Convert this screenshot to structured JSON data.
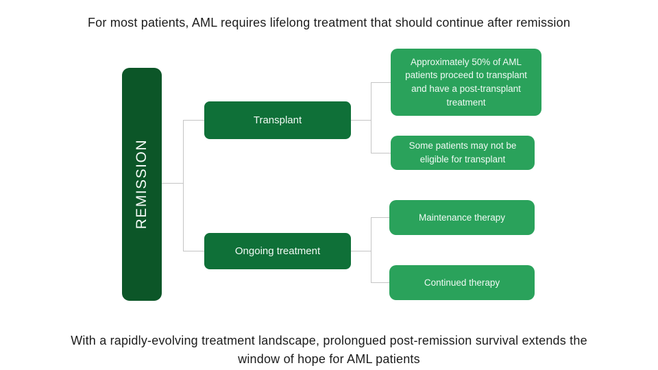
{
  "title": "For most patients, AML requires lifelong treatment that should continue after remission",
  "footer": {
    "line1": "With a rapidly-evolving treatment landscape, prolongued post-remission survival extends the",
    "line2": "window of hope for AML patients"
  },
  "colors": {
    "root_green": "#0c5628",
    "branch_green": "#0f7038",
    "leaf_green": "#2aa25b",
    "connector_gray": "#c4c4c4",
    "text_dark": "#1c1c1c",
    "text_light": "#ffffff"
  },
  "tree": {
    "root": {
      "label": "REMISSION"
    },
    "branches": [
      {
        "label": "Transplant",
        "children": [
          {
            "label": "Approximately 50% of AML patients proceed to transplant and have a post-transplant treatment"
          },
          {
            "label": "Some patients may not be eligible for transplant"
          }
        ]
      },
      {
        "label": "Ongoing treatment",
        "children": [
          {
            "label": "Maintenance therapy"
          },
          {
            "label": "Continued therapy"
          }
        ]
      }
    ]
  }
}
